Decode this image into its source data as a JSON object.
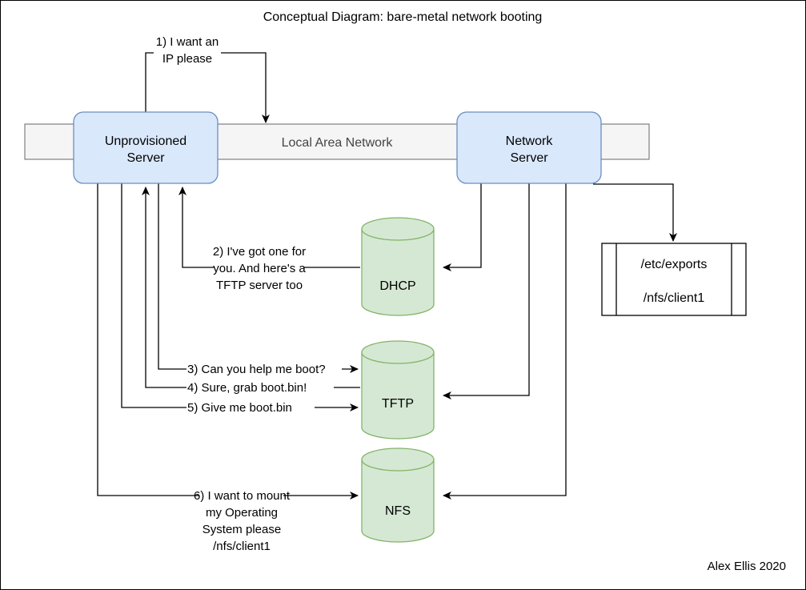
{
  "title": "Conceptual Diagram: bare-metal network booting",
  "author": "Alex Ellis 2020",
  "lan": {
    "label": "Local Area Network"
  },
  "nodes": {
    "unprovisioned": {
      "line1": "Unprovisioned",
      "line2": "Server"
    },
    "network": {
      "line1": "Network",
      "line2": "Server"
    },
    "dhcp": {
      "label": "DHCP"
    },
    "tftp": {
      "label": "TFTP"
    },
    "nfs": {
      "label": "NFS"
    },
    "exports": {
      "line1": "/etc/exports",
      "line2": "/nfs/client1"
    }
  },
  "steps": {
    "s1": {
      "line1": "1) I want an",
      "line2": "IP please"
    },
    "s2": {
      "line1": "2) I've got one for",
      "line2": "you. And here's a",
      "line3": "TFTP server too"
    },
    "s3": {
      "line1": "3) Can you help me boot?"
    },
    "s4": {
      "line1": "4) Sure, grab boot.bin!"
    },
    "s5": {
      "line1": "5) Give me boot.bin"
    },
    "s6": {
      "line1": "6) I want to mount",
      "line2": "my Operating",
      "line3": "System please",
      "line4": "/nfs/client1"
    }
  },
  "colors": {
    "server_fill": "#dae8fc",
    "server_stroke": "#6c8ebf",
    "db_fill": "#d5e8d4",
    "db_stroke": "#82b366",
    "lan_fill": "#f5f5f5",
    "lan_stroke": "#666666",
    "line": "#000000"
  }
}
